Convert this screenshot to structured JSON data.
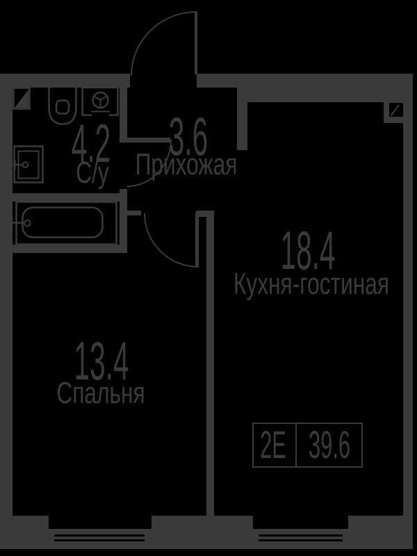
{
  "colors": {
    "background": "#000000",
    "ink": "#3a3a3a"
  },
  "rooms": {
    "bathroom": {
      "area": "4.2",
      "label": "С/у"
    },
    "hallway": {
      "area": "3.6",
      "label": "Прихожая"
    },
    "kitchen_living": {
      "area": "18.4",
      "label": "Кухня-гостиная"
    },
    "bedroom": {
      "area": "13.4",
      "label": "Спальня"
    }
  },
  "info_badge": {
    "layout_type": "2Е",
    "total_area": "39.6"
  },
  "fixtures": [
    "bathtub",
    "sink",
    "toilet",
    "washing-machine",
    "vent-shaft",
    "window-vent"
  ],
  "doors": [
    "entrance-door",
    "bathroom-door",
    "bedroom-door"
  ],
  "windows": [
    "bedroom-window",
    "kitchen-window"
  ]
}
